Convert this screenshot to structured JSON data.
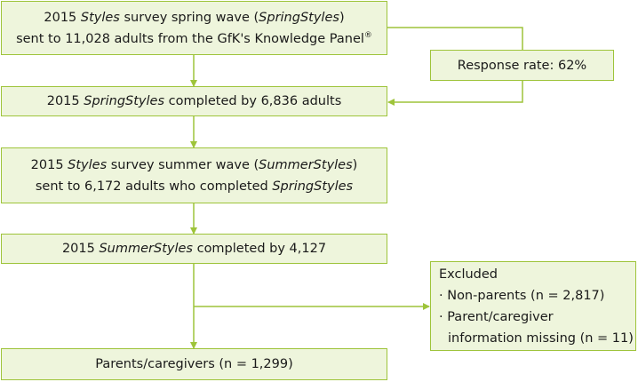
{
  "colors": {
    "box_fill": "#eef5dc",
    "box_border": "#9ec43a",
    "arrow": "#9ec43a"
  },
  "boxes": {
    "spring_sent": {
      "line1_a": "2015 ",
      "line1_b": "Styles",
      "line1_c": " survey spring wave (",
      "line1_d": "SpringStyles",
      "line1_e": ")",
      "line2_a": "sent to 11,028 adults from the GfK's Knowledge Panel",
      "line2_sup": "®"
    },
    "response_rate": {
      "text": "Response rate: 62%"
    },
    "spring_completed": {
      "a": "2015 ",
      "b": "SpringStyles",
      "c": " completed by 6,836 adults"
    },
    "summer_sent": {
      "line1_a": "2015 ",
      "line1_b": "Styles",
      "line1_c": " survey summer wave (",
      "line1_d": "SummerStyles",
      "line1_e": ")",
      "line2_a": "sent to 6,172 adults who completed ",
      "line2_b": "SpringStyles"
    },
    "summer_completed": {
      "a": "2015 ",
      "b": "SummerStyles",
      "c": " completed by 4,127"
    },
    "excluded": {
      "title": "Excluded",
      "item1": "· Non-parents (n = 2,817)",
      "item2_line1": "· Parent/caregiver",
      "item2_line2": "information missing (n = 11)"
    },
    "final": {
      "text": "Parents/caregivers (n = 1,299)"
    }
  }
}
